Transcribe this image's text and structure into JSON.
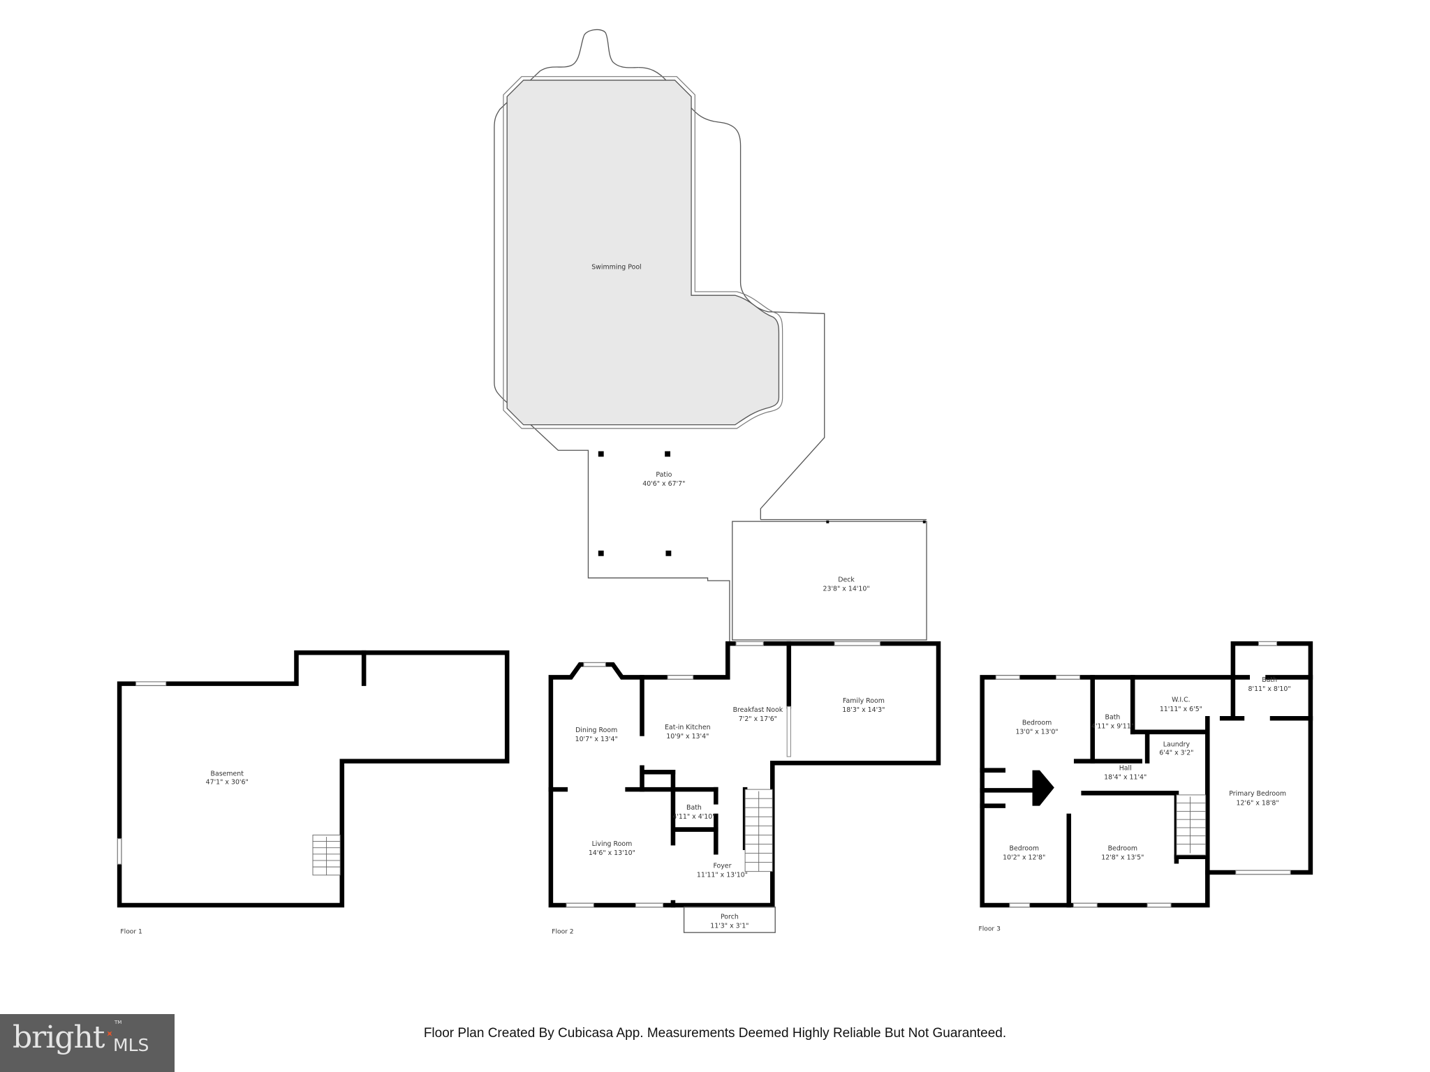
{
  "outdoor": {
    "pool": {
      "name": "Swimming Pool",
      "fill": "#e8e8e8"
    },
    "patio": {
      "name": "Patio",
      "dims": "40'6\" x 67'7\""
    },
    "deck": {
      "name": "Deck",
      "dims": "23'8\" x 14'10\""
    }
  },
  "floors": [
    {
      "label": "Floor 1",
      "rooms": [
        {
          "name": "Basement",
          "dims": "47'1\" x 30'6\""
        }
      ]
    },
    {
      "label": "Floor 2",
      "rooms": [
        {
          "name": "Dining Room",
          "dims": "10'7\" x 13'4\""
        },
        {
          "name": "Eat-in Kitchen",
          "dims": "10'9\" x 13'4\""
        },
        {
          "name": "Breakfast Nook",
          "dims": "7'2\" x 17'6\""
        },
        {
          "name": "Family Room",
          "dims": "18'3\" x 14'3\""
        },
        {
          "name": "Bath",
          "dims": "4'11\" x 4'10\""
        },
        {
          "name": "Living Room",
          "dims": "14'6\" x 13'10\""
        },
        {
          "name": "Foyer",
          "dims": "11'11\" x 13'10\""
        },
        {
          "name": "Porch",
          "dims": "11'3\" x 3'1\""
        }
      ]
    },
    {
      "label": "Floor 3",
      "rooms": [
        {
          "name": "Bedroom",
          "dims": "13'0\" x 13'0\""
        },
        {
          "name": "Bath",
          "dims": "4'11\" x 9'11\""
        },
        {
          "name": "W.I.C.",
          "dims": "11'11\" x 6'5\""
        },
        {
          "name": "Bath",
          "dims": "8'11\" x 8'10\""
        },
        {
          "name": "Laundry",
          "dims": "6'4\" x 3'2\""
        },
        {
          "name": "Hall",
          "dims": "18'4\" x 11'4\""
        },
        {
          "name": "Primary Bedroom",
          "dims": "12'6\" x 18'8\""
        },
        {
          "name": "Bedroom",
          "dims": "10'2\" x 12'8\""
        },
        {
          "name": "Bedroom",
          "dims": "12'8\" x 13'5\""
        }
      ]
    }
  ],
  "footer": {
    "disclaimer": "Floor Plan Created By Cubicasa App. Measurements Deemed Highly Reliable But Not Guaranteed."
  },
  "logo": {
    "brand": "bright",
    "suffix": "MLS",
    "tm": "TM",
    "accent": "#e0552b",
    "background": "#5d5d5d"
  }
}
